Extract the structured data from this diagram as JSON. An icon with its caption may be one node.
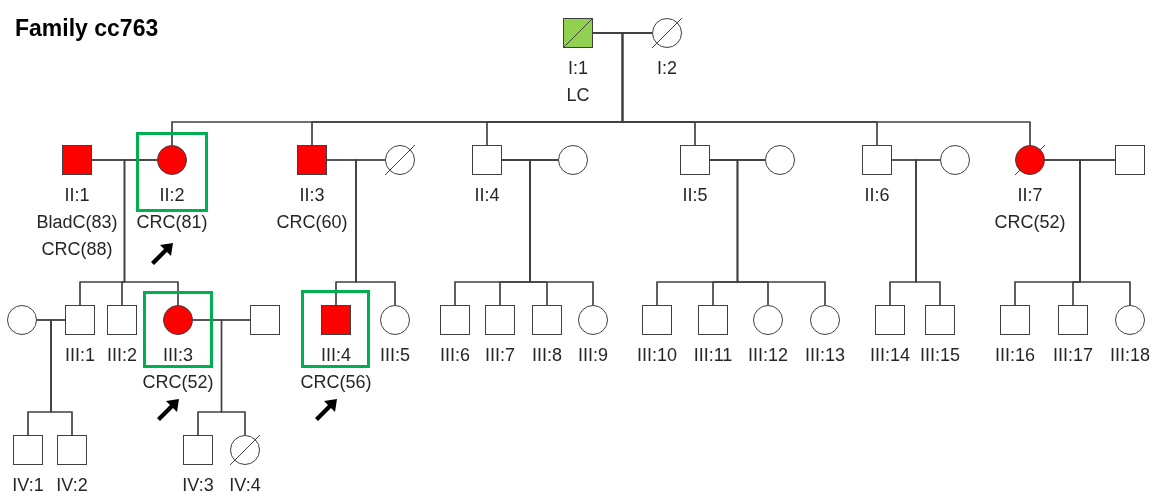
{
  "diagram": {
    "title": "Family cc763",
    "nodes": [
      {
        "text": [],
        "shape": "box",
        "beside": [
          "I:1",
          "LC"
        ]
      },
      {
        "text": [],
        "shape": "circle",
        "beside": [
          "I:2"
        ]
      },
      {
        "text": [],
        "shape": "box",
        "beside": [
          "II:1",
          "BladC(83)",
          "CRC(88)"
        ]
      },
      {
        "text": [],
        "shape": "box"
      },
      {
        "text": [],
        "shape": "circle",
        "beside": [
          "II:2",
          "CRC(81)"
        ],
        "in": 3
      },
      {
        "text": [],
        "shape": "box",
        "beside": [
          "II:3",
          "CRC(60)"
        ]
      },
      {
        "text": [],
        "shape": "circle"
      },
      {
        "text": [],
        "shape": "box",
        "beside": [
          "II:4"
        ]
      },
      {
        "text": [],
        "shape": "circle"
      },
      {
        "text": [],
        "shape": "box",
        "beside": [
          "II:5"
        ]
      },
      {
        "text": [],
        "shape": "circle"
      },
      {
        "text": [],
        "shape": "box",
        "beside": [
          "II:6"
        ]
      },
      {
        "text": [],
        "shape": "circle"
      },
      {
        "text": [],
        "shape": "circle",
        "beside": [
          "II:7",
          "CRC(52)"
        ]
      },
      {
        "text": [],
        "shape": "box"
      },
      {
        "text": [],
        "shape": "circle"
      },
      {
        "text": [],
        "shape": "box",
        "beside": [
          "III:1"
        ]
      },
      {
        "text": [],
        "shape": "box",
        "beside": [
          "III:2"
        ]
      },
      {
        "text": [],
        "shape": "box"
      },
      {
        "text": [],
        "shape": "circle",
        "beside": [
          "III:3",
          "CRC(52)"
        ],
        "in": 18
      },
      {
        "text": [],
        "shape": "box"
      },
      {
        "text": [],
        "shape": "box"
      },
      {
        "text": [],
        "shape": "box",
        "beside": [
          "III:4",
          "CRC(56)"
        ],
        "in": 21
      },
      {
        "text": [],
        "shape": "circle",
        "beside": [
          "III:5"
        ]
      },
      {
        "text": [],
        "shape": "box",
        "beside": [
          "III:6"
        ]
      },
      {
        "text": [],
        "shape": "box",
        "beside": [
          "III:7"
        ]
      },
      {
        "text": [],
        "shape": "box",
        "beside": [
          "III:8"
        ]
      },
      {
        "text": [],
        "shape": "circle",
        "beside": [
          "III:9"
        ]
      },
      {
        "text": [],
        "shape": "box",
        "beside": [
          "III:10"
        ]
      },
      {
        "text": [],
        "shape": "box",
        "beside": [
          "III:11"
        ]
      },
      {
        "text": [],
        "shape": "circle",
        "beside": [
          "III:12"
        ]
      },
      {
        "text": [],
        "shape": "circle",
        "beside": [
          "III:13"
        ]
      },
      {
        "text": [],
        "shape": "box",
        "beside": [
          "III:14"
        ]
      },
      {
        "text": [],
        "shape": "box",
        "beside": [
          "III:15"
        ]
      },
      {
        "text": [],
        "shape": "box",
        "beside": [
          "III:16"
        ]
      },
      {
        "text": [],
        "shape": "box",
        "beside": [
          "III:17"
        ]
      },
      {
        "text": [],
        "shape": "circle",
        "beside": [
          "III:18"
        ]
      },
      {
        "text": [],
        "shape": "box",
        "beside": [
          "IV:1"
        ]
      },
      {
        "text": [],
        "shape": "box",
        "beside": [
          "IV:2"
        ]
      },
      {
        "text": [],
        "shape": "box",
        "beside": [
          "IV:3"
        ]
      },
      {
        "text": [],
        "shape": "circle",
        "beside": [
          "IV:4"
        ]
      }
    ],
    "edges": [
      {
        "from": 0,
        "to": 1,
        "arrow": "none"
      },
      {
        "from": 2,
        "to": 4,
        "arrow": "none"
      },
      {
        "from": 5,
        "to": 6,
        "arrow": "none"
      },
      {
        "from": 7,
        "to": 8,
        "arrow": "none"
      },
      {
        "from": 9,
        "to": 10,
        "arrow": "none"
      },
      {
        "from": 11,
        "to": 12,
        "arrow": "none"
      },
      {
        "from": 13,
        "to": 14,
        "arrow": "none"
      },
      {
        "from": 15,
        "to": 16,
        "arrow": "none"
      },
      {
        "from": 19,
        "to": 20,
        "arrow": "none"
      },
      {
        "from": 0,
        "to": 4,
        "arrow": "none"
      },
      {
        "from": 1,
        "to": 4,
        "arrow": "none"
      },
      {
        "from": 0,
        "to": 5,
        "arrow": "none"
      },
      {
        "from": 1,
        "to": 5,
        "arrow": "none"
      },
      {
        "from": 0,
        "to": 7,
        "arrow": "none"
      },
      {
        "from": 1,
        "to": 7,
        "arrow": "none"
      },
      {
        "from": 0,
        "to": 9,
        "arrow": "none"
      },
      {
        "from": 1,
        "to": 9,
        "arrow": "none"
      },
      {
        "from": 0,
        "to": 11,
        "arrow": "none"
      },
      {
        "from": 1,
        "to": 11,
        "arrow": "none"
      },
      {
        "from": 0,
        "to": 13,
        "arrow": "none"
      },
      {
        "from": 1,
        "to": 13,
        "arrow": "none"
      },
      {
        "from": 2,
        "to": 16,
        "arrow": "none"
      },
      {
        "from": 4,
        "to": 16,
        "arrow": "none"
      },
      {
        "from": 2,
        "to": 17,
        "arrow": "none"
      },
      {
        "from": 4,
        "to": 17,
        "arrow": "none"
      },
      {
        "from": 2,
        "to": 19,
        "arrow": "none"
      },
      {
        "from": 4,
        "to": 19,
        "arrow": "none"
      },
      {
        "from": 5,
        "to": 22,
        "arrow": "none"
      },
      {
        "from": 6,
        "to": 22,
        "arrow": "none"
      },
      {
        "from": 5,
        "to": 23,
        "arrow": "none"
      },
      {
        "from": 6,
        "to": 23,
        "arrow": "none"
      },
      {
        "from": 7,
        "to": 24,
        "arrow": "none"
      },
      {
        "from": 8,
        "to": 24,
        "arrow": "none"
      },
      {
        "from": 7,
        "to": 25,
        "arrow": "none"
      },
      {
        "from": 8,
        "to": 25,
        "arrow": "none"
      },
      {
        "from": 7,
        "to": 26,
        "arrow": "none"
      },
      {
        "from": 8,
        "to": 26,
        "arrow": "none"
      },
      {
        "from": 7,
        "to": 27,
        "arrow": "none"
      },
      {
        "from": 8,
        "to": 27,
        "arrow": "none"
      },
      {
        "from": 9,
        "to": 28,
        "arrow": "none"
      },
      {
        "from": 10,
        "to": 28,
        "arrow": "none"
      },
      {
        "from": 9,
        "to": 29,
        "arrow": "none"
      },
      {
        "from": 10,
        "to": 29,
        "arrow": "none"
      },
      {
        "from": 9,
        "to": 30,
        "arrow": "none"
      },
      {
        "from": 10,
        "to": 30,
        "arrow": "none"
      },
      {
        "from": 9,
        "to": 31,
        "arrow": "none"
      },
      {
        "from": 10,
        "to": 31,
        "arrow": "none"
      },
      {
        "from": 11,
        "to": 32,
        "arrow": "none"
      },
      {
        "from": 12,
        "to": 32,
        "arrow": "none"
      },
      {
        "from": 11,
        "to": 33,
        "arrow": "none"
      },
      {
        "from": 12,
        "to": 33,
        "arrow": "none"
      },
      {
        "from": 13,
        "to": 34,
        "arrow": "none"
      },
      {
        "from": 14,
        "to": 34,
        "arrow": "none"
      },
      {
        "from": 13,
        "to": 35,
        "arrow": "none"
      },
      {
        "from": 14,
        "to": 35,
        "arrow": "none"
      },
      {
        "from": 13,
        "to": 36,
        "arrow": "none"
      },
      {
        "from": 14,
        "to": 36,
        "arrow": "none"
      },
      {
        "from": 15,
        "to": 37,
        "arrow": "none"
      },
      {
        "from": 16,
        "to": 37,
        "arrow": "none"
      },
      {
        "from": 15,
        "to": 38,
        "arrow": "none"
      },
      {
        "from": 16,
        "to": 38,
        "arrow": "none"
      },
      {
        "from": 19,
        "to": 39,
        "arrow": "none"
      },
      {
        "from": 20,
        "to": 39,
        "arrow": "none"
      },
      {
        "from": 19,
        "to": 40,
        "arrow": "none"
      },
      {
        "from": 20,
        "to": 40,
        "arrow": "none"
      }
    ]
  }
}
